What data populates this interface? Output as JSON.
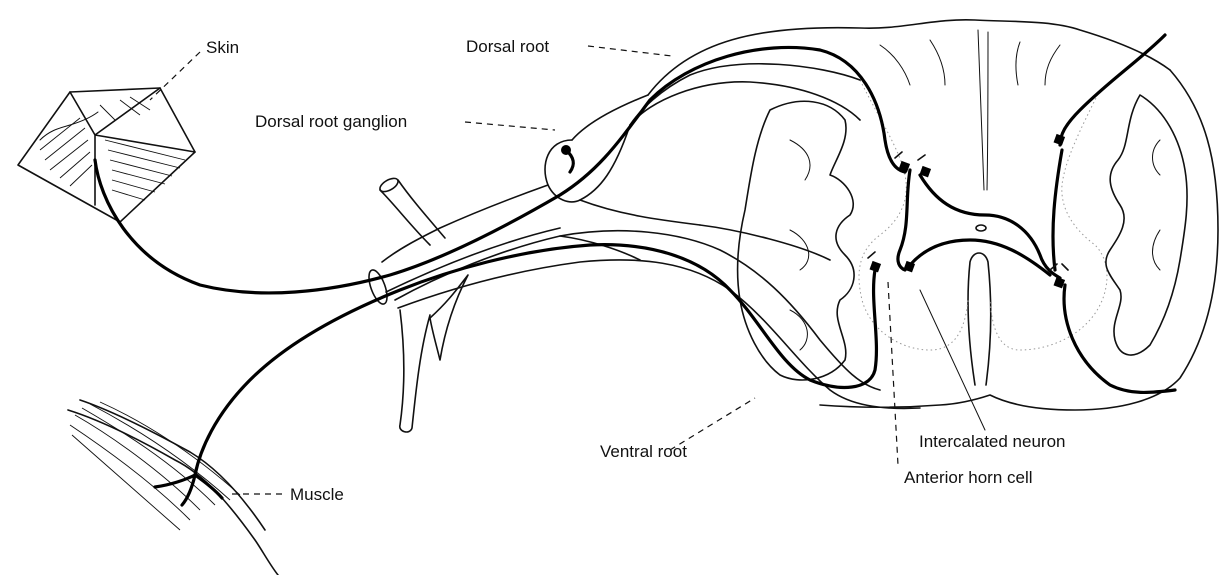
{
  "labels": {
    "skin": "Skin",
    "dorsal_root": "Dorsal root",
    "dorsal_root_ganglion": "Dorsal root ganglion",
    "ventral_root": "Ventral root",
    "intercalated_neuron": "Intercalated neuron",
    "anterior_horn_cell": "Anterior horn cell",
    "muscle": "Muscle"
  }
}
